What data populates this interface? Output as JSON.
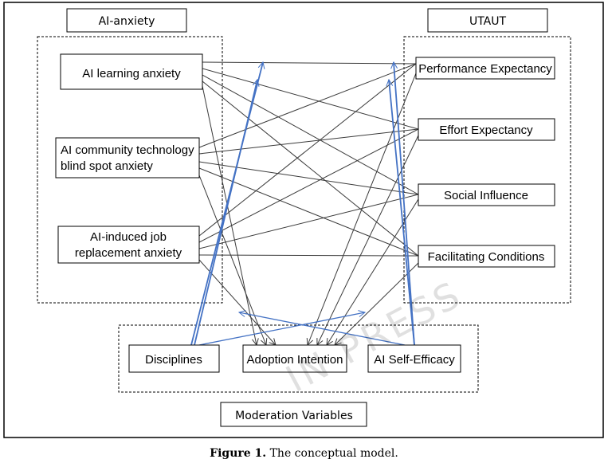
{
  "groups": {
    "ai_anxiety": "AI-anxiety",
    "utaut": "UTAUT",
    "moderation": "Moderation Variables"
  },
  "anxiety_nodes": [
    [
      "AI learning anxiety"
    ],
    [
      "AI community technology",
      "blind spot anxiety"
    ],
    [
      "AI-induced job",
      "replacement anxiety"
    ]
  ],
  "utaut_nodes": [
    "Performance Expectancy",
    "Effort Expectancy",
    "Social Influence",
    "Facilitating Conditions"
  ],
  "moderator_nodes": [
    "Disciplines",
    "Adoption Intention",
    "AI Self-Efficacy"
  ],
  "caption": {
    "label": "Figure 1.",
    "text": "The conceptual model."
  },
  "watermark": "IN PRESS",
  "colors": {
    "path": "#3a3a3a",
    "moderation": "#4472c4"
  }
}
